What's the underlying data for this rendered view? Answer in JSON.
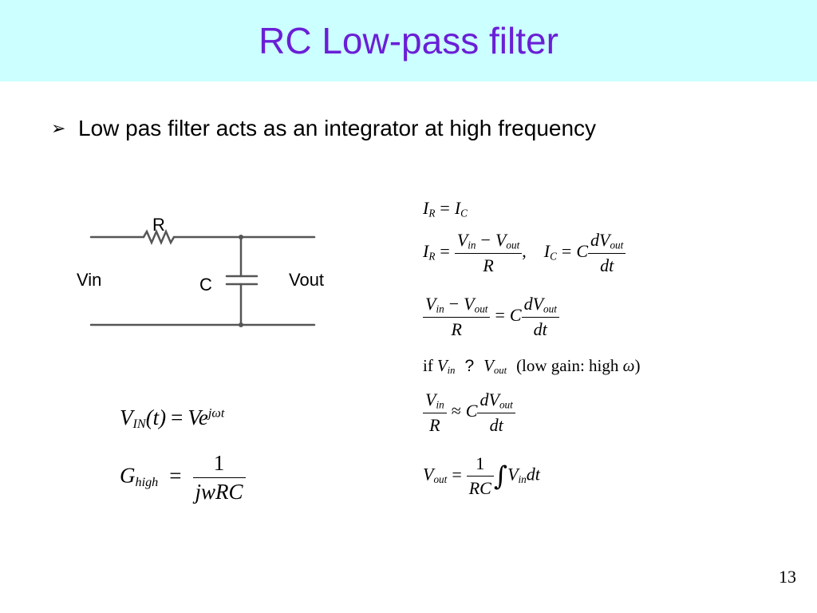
{
  "slide": {
    "title": "RC Low-pass filter",
    "bullet": "Low pas filter acts as an integrator at high frequency",
    "bullet_icon": "arrow-bullet-icon",
    "page_number": "13"
  },
  "circuit": {
    "r_label": "R",
    "c_label": "C",
    "vin_label": "Vin",
    "vout_label": "Vout"
  },
  "equations": {
    "eq1": {
      "lhs": "I",
      "lhs_sub": "R",
      "op": "=",
      "rhs": "I",
      "rhs_sub": "C"
    },
    "eq2": {
      "lhs": "I",
      "lhs_sub": "R",
      "op": "=",
      "num_a": "V",
      "num_a_sub": "in",
      "minus": "−",
      "num_b": "V",
      "num_b_sub": "out",
      "den": "R",
      "comma": ",",
      "lhs2": "I",
      "lhs2_sub": "C",
      "op2": "=",
      "coef": "C",
      "dnum": "dV",
      "dnum_sub": "out",
      "dden": "dt"
    },
    "eq3": {
      "num_a": "V",
      "num_a_sub": "in",
      "minus": "−",
      "num_b": "V",
      "num_b_sub": "out",
      "den": "R",
      "op": "=",
      "coef": "C",
      "dnum": "dV",
      "dnum_sub": "out",
      "dden": "dt"
    },
    "eq4": {
      "if_word": "if",
      "v1": "V",
      "v1_sub": "in",
      "relation": "?",
      "v2": "V",
      "v2_sub": "out",
      "note_open": "(low gain: high",
      "omega": "ω",
      "note_close": ")"
    },
    "eq5": {
      "num": "V",
      "num_sub": "in",
      "den": "R",
      "op": "≈",
      "coef": "C",
      "dnum": "dV",
      "dnum_sub": "out",
      "dden": "dt"
    },
    "eq6": {
      "lhs": "V",
      "lhs_sub": "out",
      "op": "=",
      "num": "1",
      "den": "RC",
      "integral": "∫",
      "integrand": "V",
      "integrand_sub": "in",
      "diff": "dt"
    },
    "eq7": {
      "lhs": "V",
      "lhs_sub": "IN",
      "arg": "(t)",
      "op": "=",
      "rhs": "Ve",
      "rhs_sup": "jωt"
    },
    "eq8": {
      "lhs": "G",
      "lhs_sub": "high",
      "op": "=",
      "num": "1",
      "den": "jwRC"
    }
  }
}
